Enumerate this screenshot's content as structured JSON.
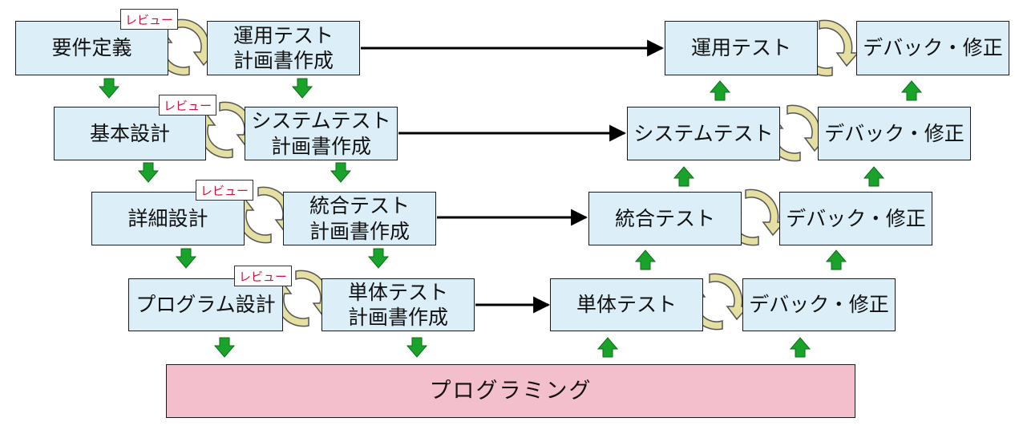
{
  "colors": {
    "box_fill": "#dceef7",
    "programming_fill": "#f3bfcc",
    "down_arrow": "#1aa32a",
    "cycle_fill": "#e6dfa2",
    "review_text": "#d0103a"
  },
  "design": {
    "requirements": "要件定義",
    "basic": "基本設計",
    "detailed": "詳細設計",
    "program": "プログラム設計"
  },
  "plans": {
    "operation": "運用テスト\n計画書作成",
    "system": "システムテスト\n計画書作成",
    "integration": "統合テスト\n計画書作成",
    "unit": "単体テスト\n計画書作成"
  },
  "tests": {
    "operation": "運用テスト",
    "system": "システムテスト",
    "integration": "統合テスト",
    "unit": "単体テスト"
  },
  "debug_label": "デバック・修正",
  "review_label": "レビュー",
  "programming": "プログラミング"
}
